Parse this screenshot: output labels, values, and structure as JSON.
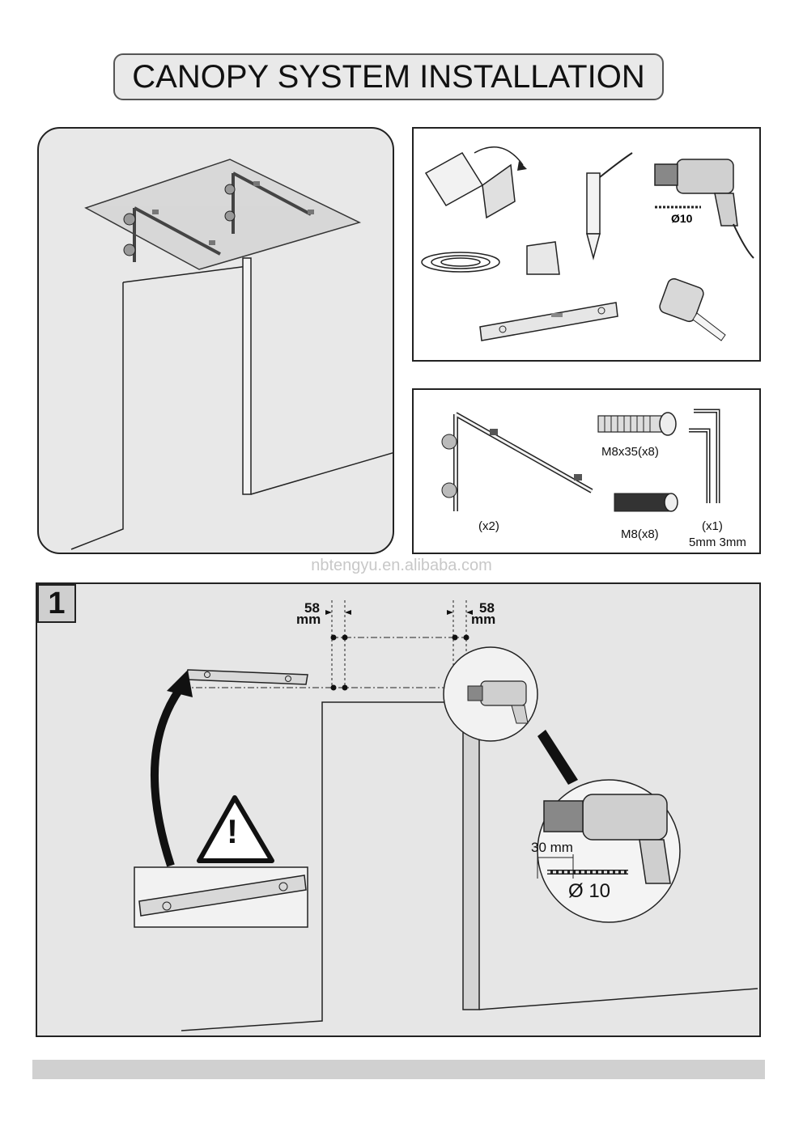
{
  "header": {
    "title": "CANOPY SYSTEM INSTALLATION"
  },
  "tools_panel": {
    "drill_bit_label": "Ø10"
  },
  "parts_panel": {
    "bracket_qty": "(x2)",
    "bolt_label": "M8x35(x8)",
    "nut_label": "M8(x8)",
    "hex_key_qty": "(x1)",
    "hex_key_sizes": "5mm 3mm"
  },
  "watermark": "nbtengyu.en.alibaba.com",
  "step1": {
    "number": "1",
    "left_spacing_value": "58",
    "left_spacing_unit": "mm",
    "right_spacing_value": "58",
    "right_spacing_unit": "mm",
    "drill_depth_label": "30 mm",
    "drill_diameter_label": "Ø 10",
    "warning_symbol": "!"
  },
  "colors": {
    "panel_bg": "#e8e8e8",
    "line": "#222222",
    "footer_bar": "#d0d0d0"
  }
}
